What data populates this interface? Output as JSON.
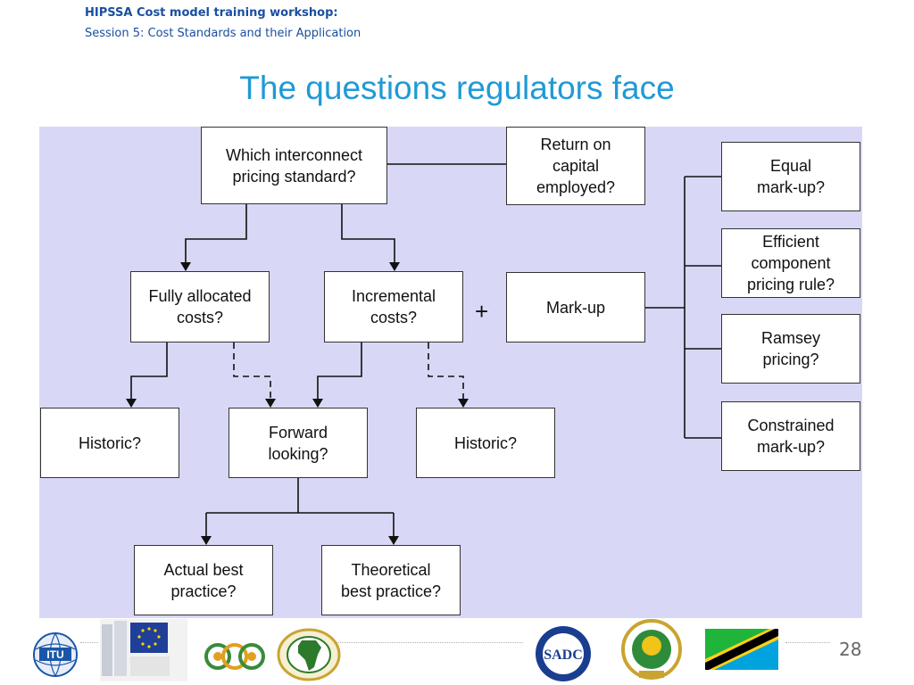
{
  "header": {
    "workshop": "HIPSSA Cost model training workshop:",
    "session": "Session 5: Cost Standards and their Application"
  },
  "title": "The questions regulators face",
  "nodes": {
    "standard": "Which interconnect\npricing standard?",
    "roce": "Return on\ncapital\nemployed?",
    "fac": "Fully allocated\ncosts?",
    "incremental": "Incremental\ncosts?",
    "plus": "+",
    "markup": "Mark-up",
    "equal": "Equal\nmark-up?",
    "ecpr": "Efficient\ncomponent\npricing rule?",
    "ramsey": "Ramsey\npricing?",
    "constrained": "Constrained\nmark-up?",
    "historic_fac": "Historic?",
    "forward": "Forward\nlooking?",
    "historic_inc": "Historic?",
    "actual": "Actual best\npractice?",
    "theoretical": "Theoretical\nbest practice?"
  },
  "footer": {
    "page_number": "28",
    "logos": [
      "itu-logo",
      "european-commission-logo",
      "acp-logo",
      "african-union-logo",
      "sadc-logo",
      "eac-logo",
      "tanzania-flag"
    ]
  },
  "colors": {
    "title": "#1f9ad6",
    "header": "#1a4fa0",
    "panel": "#d8d8f6"
  }
}
